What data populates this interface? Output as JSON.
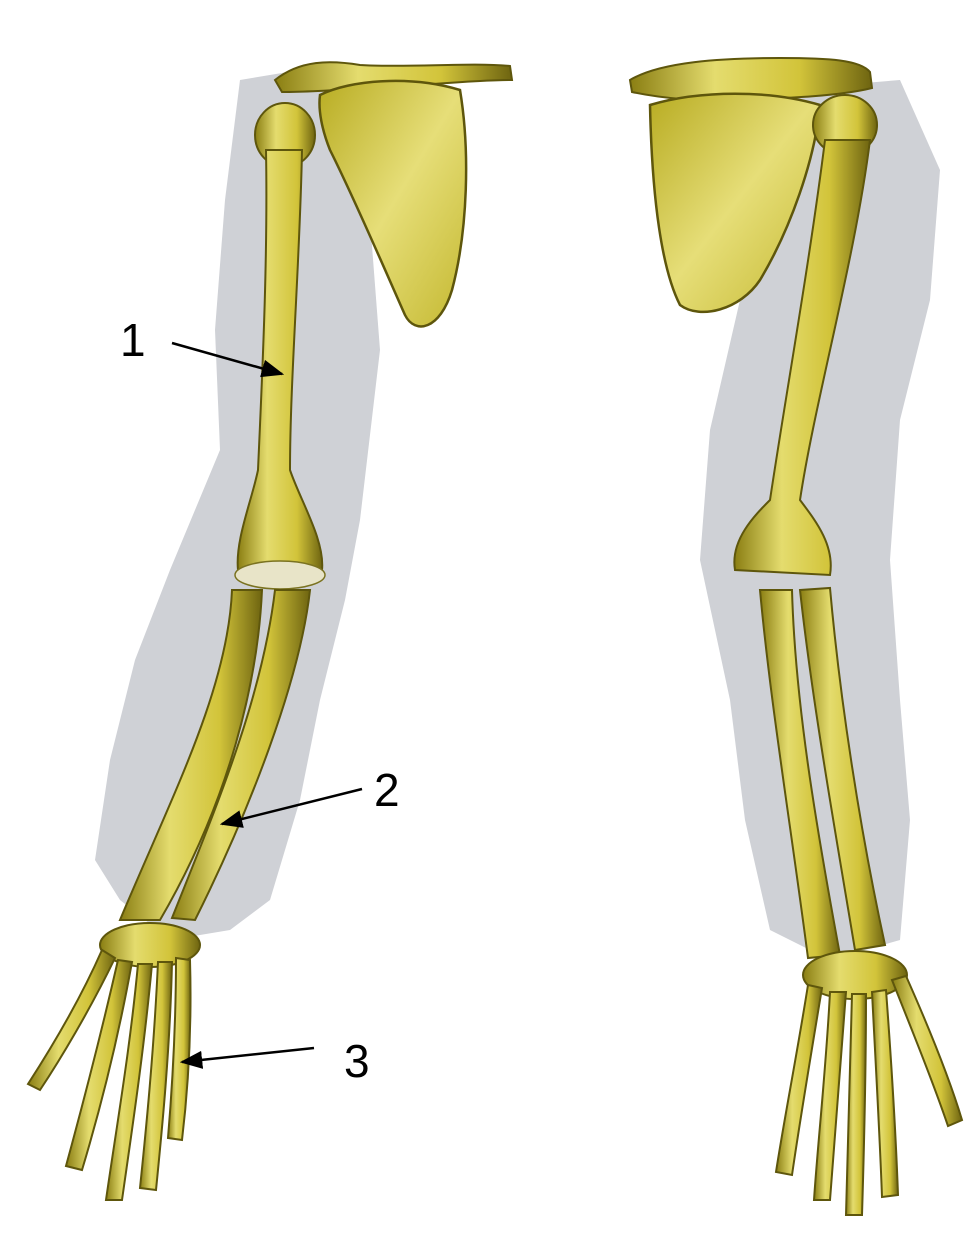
{
  "callouts": [
    {
      "id": "1",
      "label": "1"
    },
    {
      "id": "2",
      "label": "2"
    },
    {
      "id": "3",
      "label": "3"
    }
  ],
  "colors": {
    "background": "#ffffff",
    "bone": "#d8cc3a",
    "bone_light": "#ece48a",
    "bone_dark": "#8a7e12",
    "bone_outline": "#5e560c",
    "silhouette": "#cfd1d6",
    "arrow": "#000000",
    "text": "#000000"
  }
}
